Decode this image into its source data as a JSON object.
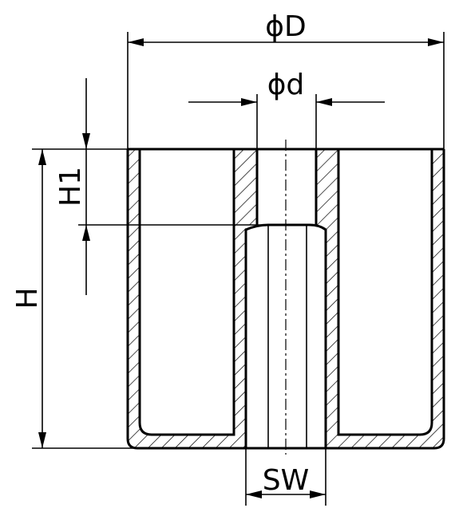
{
  "drawing": {
    "labels": {
      "outer_diameter": "ϕD",
      "bore_diameter": "ϕd",
      "total_height": "H",
      "thread_depth": "H1",
      "wrench_size": "SW"
    },
    "colors": {
      "line": "#000000",
      "background": "#ffffff"
    }
  }
}
